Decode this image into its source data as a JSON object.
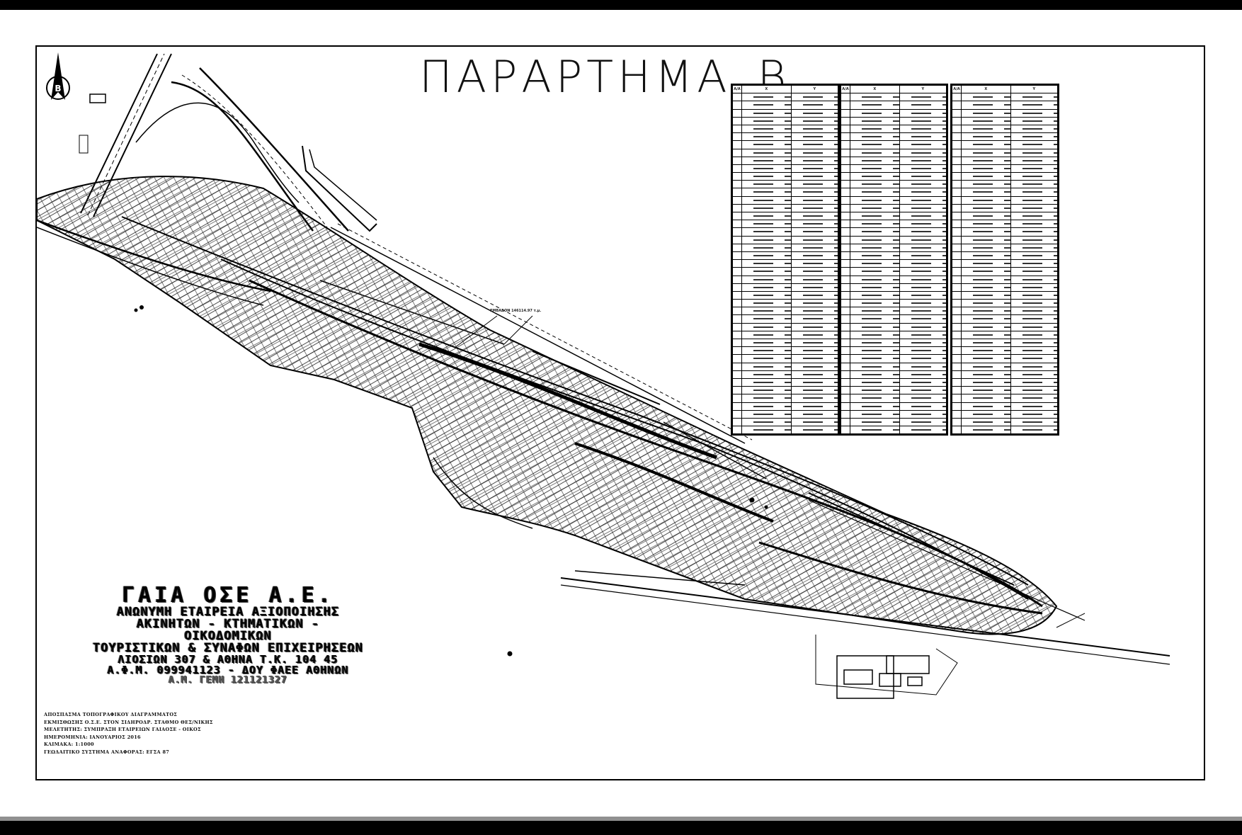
{
  "document": {
    "title": "ΠΑΡΑΡΤΗΜΑ_Β",
    "north_arrow": {
      "icon": "north-arrow-icon",
      "letter": "B"
    }
  },
  "map_labels": {
    "area_annotation": "ΕΜΒΑΔΟΝ 146114.97 τ.μ."
  },
  "coordinate_tables": [
    {
      "columns": [
        "A/A",
        "X",
        "Y"
      ],
      "rows": 43
    },
    {
      "columns": [
        "A/A",
        "X",
        "Y"
      ],
      "rows": 43
    },
    {
      "columns": [
        "A/A",
        "X",
        "Y"
      ],
      "rows": 43
    }
  ],
  "company_stamp": {
    "line1": "ΓΑΙΑ ΟΣΕ Α.Ε.",
    "line2": "ΑΝΩΝΥΜΗ ΕΤΑΙΡΕΙΑ ΑΞΙΟΠΟΙΗΣΗΣ",
    "line3": "ΑΚΙΝΗΤΩΝ - ΚΤΗΜΑΤΙΚΩΝ - ΟΙΚΟΔΟΜΙΚΩΝ",
    "line4": "ΤΟΥΡΙΣΤΙΚΩΝ & ΣΥΝΑΦΩΝ ΕΠΙΧΕΙΡΗΣΕΩΝ",
    "line5": "ΛΙΟΣΙΩΝ 307 & ΑΘΗΝΑ Τ.Κ. 104 45",
    "line6": "Α.Φ.Μ. 099941123 - ΔΟΥ ΦΑΕΕ ΑΘΗΝΩΝ",
    "line7": "Α.Μ. ΓΕΜΗ 121121327"
  },
  "footnotes": [
    "ΑΠΟΣΠΑΣΜΑ ΤΟΠΟΓΡΑΦΙΚΟΥ ΔΙΑΓΡΑΜΜΑΤΟΣ",
    "ΕΚΜΙΣΘΩΣΗΣ Ο.Σ.Ε. ΣΤΟΝ ΣΙΔΗΡΟΔΡ. ΣΤΑΘΜΟ ΘΕΣ/ΝΙΚΗΣ",
    "ΜΕΛΕΤΗΤΗΣ: ΣΥΜΠΡΑΞΗ ΕΤΑΙΡΕΙΩΝ ΓΑΙΑΟΣΕ - ΟΙΚΟΣ",
    "ΗΜΕΡΟΜΗΝΙΑ: ΙΑΝΟΥΑΡΙΟΣ 2016",
    "ΚΛΙΜΑΚΑ: 1:1000",
    "ΓΕΩΔΑΙΤΙΚΟ ΣΥΣΤΗΜΑ ΑΝΑΦΟΡΑΣ: ΕΓΣΑ 87"
  ]
}
